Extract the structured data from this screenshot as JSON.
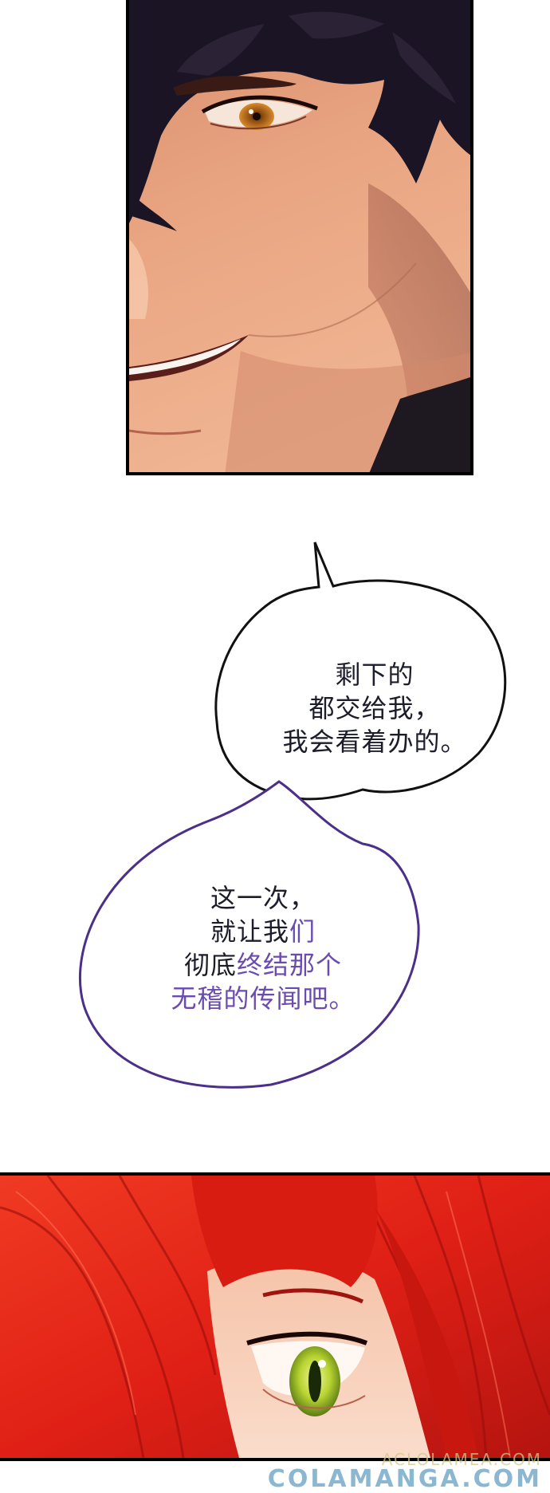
{
  "speech_bubble_1": {
    "lines": [
      "剩下的",
      "都交给我，",
      "我会看着办的。"
    ]
  },
  "speech_bubble_2": {
    "lines": [
      {
        "parts": [
          "这一次，"
        ]
      },
      {
        "parts": [
          "就让我们"
        ]
      },
      {
        "parts": [
          "彻底",
          "终结那个"
        ]
      },
      {
        "parts": [
          "无稽的传闻吧。"
        ]
      }
    ]
  },
  "watermark": {
    "top": "ACLOLAMEA.COM",
    "bottom": "COLAMANGA.COM"
  },
  "colors": {
    "hair_dark": "#1a1424",
    "skin": "#e9a883",
    "hair_red": "#e3241a",
    "eye_amber": "#b86a1c",
    "eye_green": "#b8d431",
    "bubble_outline_top": "#111111",
    "bubble_outline_bottom": "#4b2f8a",
    "text_dark": "#1c1c2a",
    "text_purple": "#6a4bb0"
  }
}
